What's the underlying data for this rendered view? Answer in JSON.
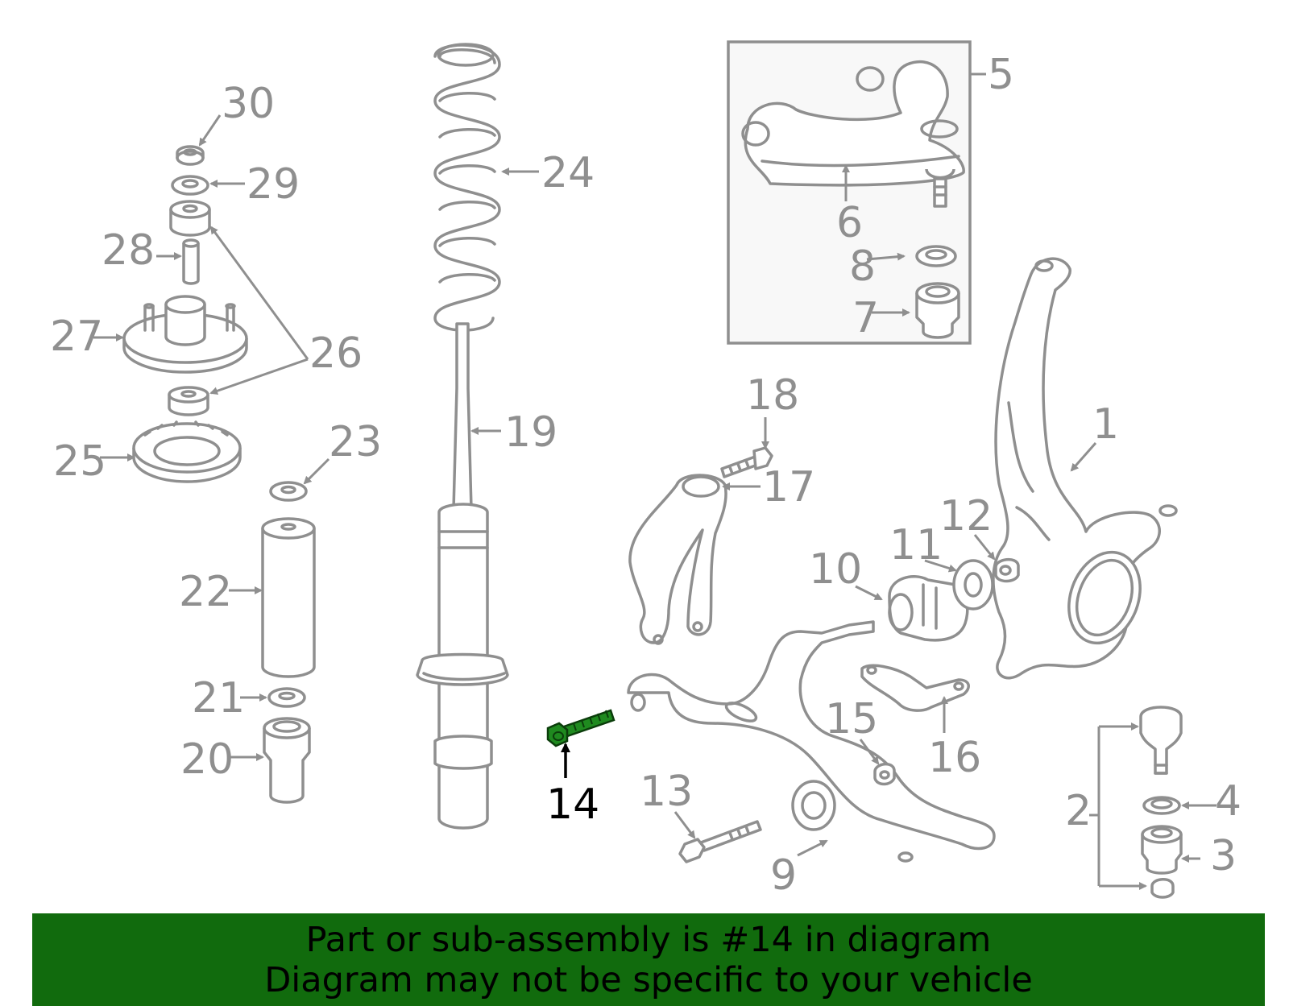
{
  "callouts": [
    "30",
    "29",
    "28",
    "27",
    "26",
    "25",
    "24",
    "23",
    "22",
    "21",
    "20",
    "19",
    "18",
    "17",
    "16",
    "15",
    "14",
    "13",
    "12",
    "11",
    "10",
    "9",
    "8",
    "7",
    "6",
    "5",
    "4",
    "3",
    "2",
    "1"
  ],
  "highlighted_part": "14",
  "highlight_color": "#1f8a1f",
  "banner": {
    "background": "#116b0d",
    "line1": "Part or sub-assembly is #14 in diagram",
    "line2": "Diagram may not be specific to your vehicle"
  }
}
